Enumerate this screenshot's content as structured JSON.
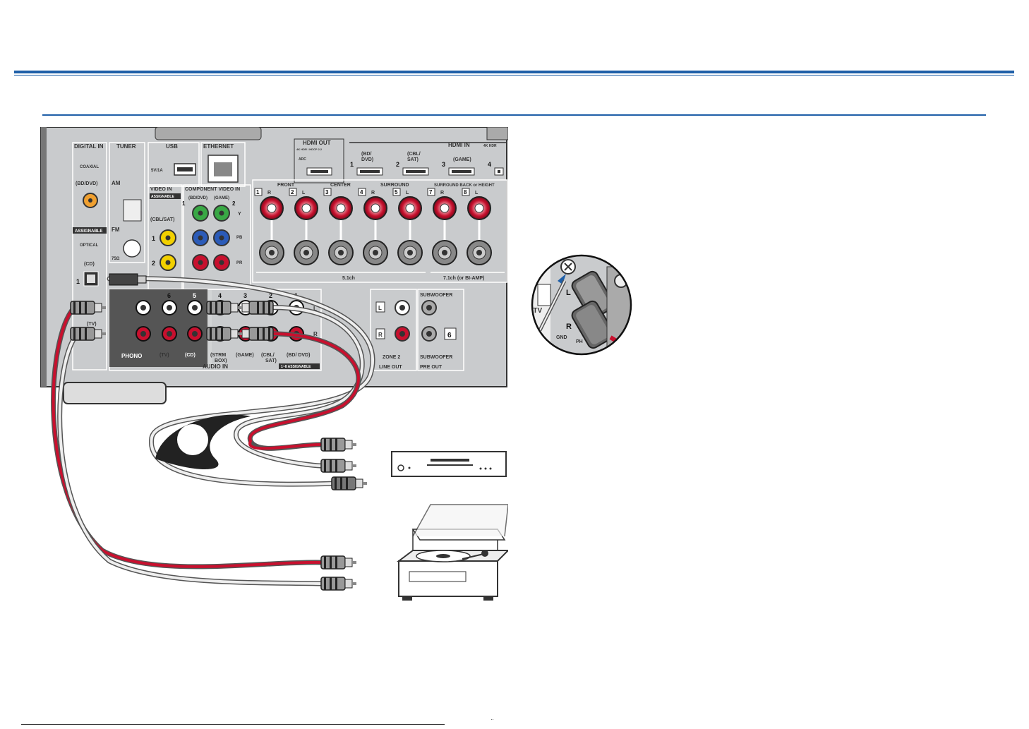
{
  "receiver": {
    "digital_in": "DIGITAL IN",
    "coaxial": "COAXIAL",
    "coax_bd": "(BD/DVD)",
    "assignable": "ASSIGNABLE",
    "optical": "OPTICAL",
    "optical_cd": "(CD)",
    "optical_num": "1",
    "tuner": "TUNER",
    "am": "AM",
    "fm": "FM",
    "ohm": "75Ω",
    "usb": "USB",
    "usb_rating": "5V/1A",
    "ethernet": "ETHERNET",
    "hdmi_out": "HDMI OUT",
    "hdmi_out_sub": "4K HDR / HDCP 2.2",
    "arc": "ARC",
    "hdmi_in": "HDMI IN",
    "hdmi_in_sub": "4K HDR",
    "hdmi_ports": [
      {
        "num": "1",
        "label1": "(BD/",
        "label2": "DVD)"
      },
      {
        "num": "2",
        "label1": "(CBL/",
        "label2": "SAT)"
      },
      {
        "num": "3",
        "label1": "",
        "label2": "(GAME)"
      },
      {
        "num": "4",
        "label1": "",
        "label2": ""
      }
    ],
    "video_in": "VIDEO IN",
    "video_assignable": "ASSIGNABLE",
    "video_cbl": "(CBL/SAT)",
    "video_nums": [
      "1",
      "2"
    ],
    "component_video_in": "COMPONENT VIDEO IN",
    "comp_bd": "(BD/DVD)",
    "comp_game": "(GAME)",
    "comp_nums": [
      "1",
      "2"
    ],
    "comp_y": "Y",
    "comp_pb": "PB",
    "comp_pr": "PR",
    "front": "FRONT",
    "center": "CENTER",
    "surround": "SURROUND",
    "surround_back": "SURROUND BACK or HEIGHT",
    "speaker_nums": [
      "1",
      "2",
      "3",
      "4",
      "5",
      "7",
      "8"
    ],
    "speaker_sides": [
      "R",
      "L",
      "",
      "R",
      "L",
      "R",
      "L"
    ],
    "ch51": "5.1ch",
    "ch71": "7.1ch (or BI-AMP)",
    "audio_in": "AUDIO IN",
    "audio_assignable": "1~8 ASSIGNABLE",
    "phono": "PHONO",
    "audio_cols": [
      {
        "num": "6",
        "label1": "(TV)",
        "label2": ""
      },
      {
        "num": "5",
        "label1": "(CD)",
        "label2": ""
      },
      {
        "num": "4",
        "label1": "(STRM",
        "label2": "BOX)"
      },
      {
        "num": "3",
        "label1": "(GAME)",
        "label2": ""
      },
      {
        "num": "2",
        "label1": "(CBL/",
        "label2": "SAT)"
      },
      {
        "num": "1",
        "label1": "(BD/ DVD)",
        "label2": ""
      }
    ],
    "tv_label": "(TV)",
    "audio_l": "L",
    "audio_r": "R",
    "zone2": "ZONE 2",
    "line_out": "LINE OUT",
    "zone_l": "L",
    "zone_r": "R",
    "subwoofer": "SUBWOOFER",
    "sub_num": "6",
    "pre_out": "PRE OUT"
  },
  "inset": {
    "label_l": "L",
    "label_r": "R",
    "label_tv": "(TV",
    "label_gnd": "GND",
    "label_ph": "PH"
  },
  "colors": {
    "rule_blue": "#1f5fa8",
    "panel": "#cfd1d3",
    "speaker_red": "#c8102e",
    "cable_red": "#c8102e",
    "coax_orange": "#f0a030",
    "video_yellow": "#f2d000",
    "green": "#39a845",
    "blue": "#2b5bb8"
  },
  "footer": {
    "marks": "¨"
  }
}
